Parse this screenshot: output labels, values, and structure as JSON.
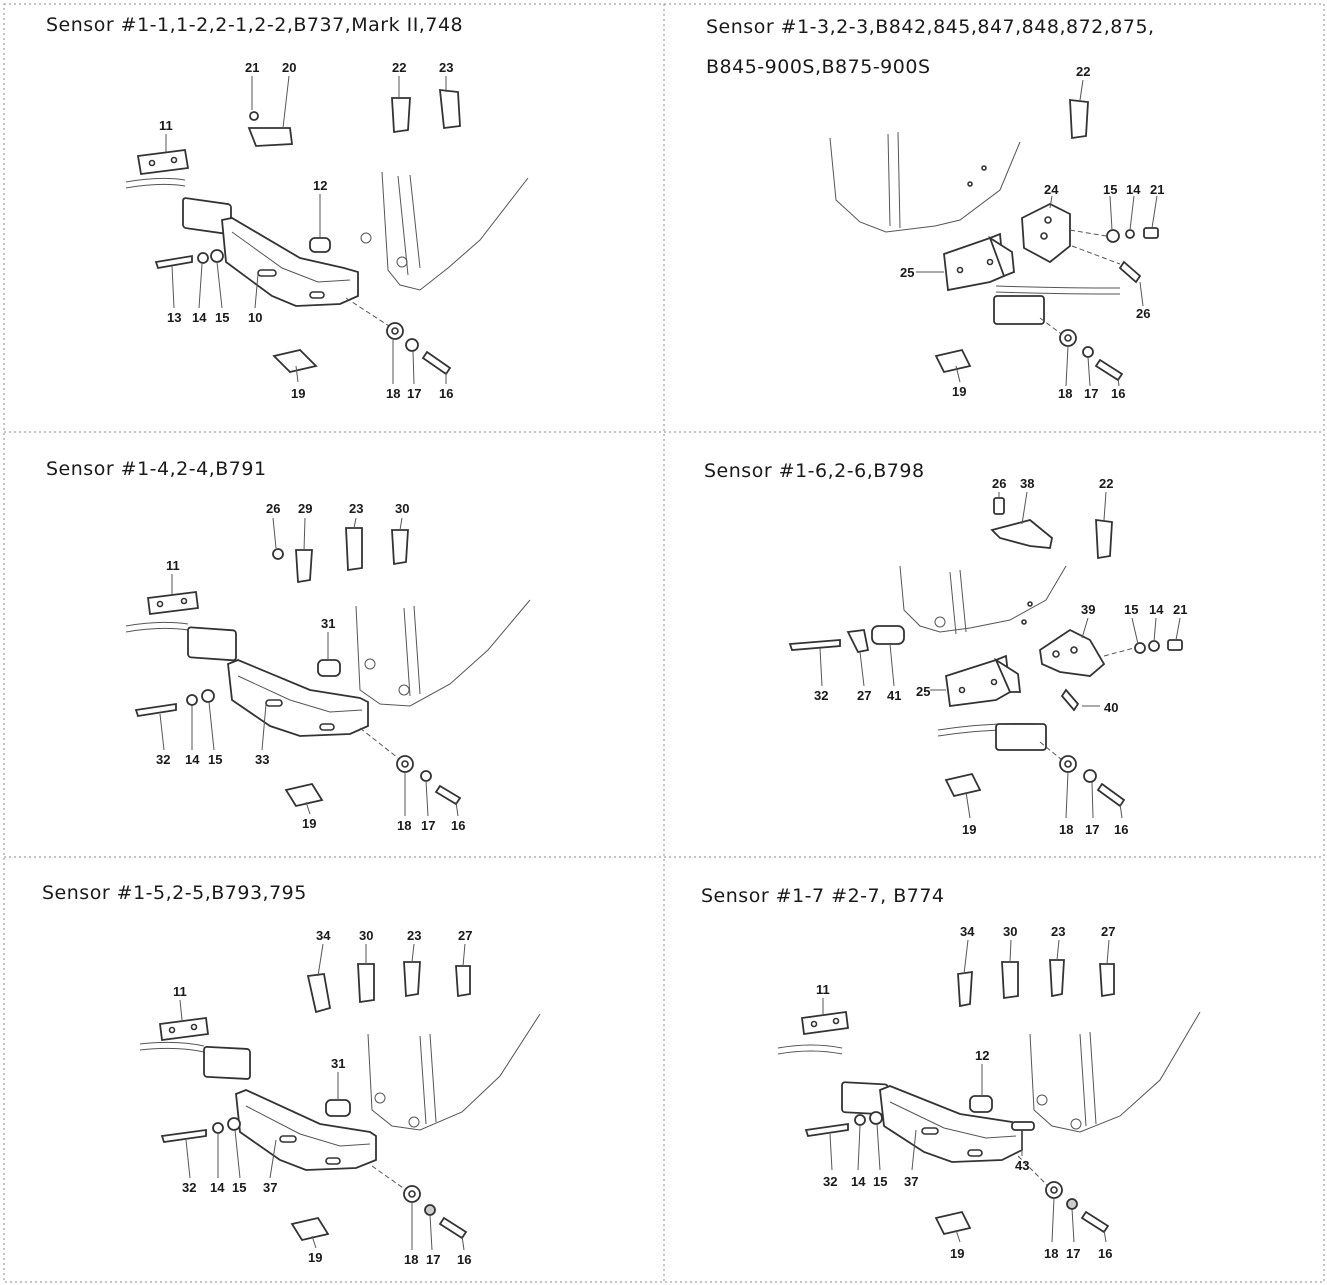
{
  "panels": [
    {
      "title": "Sensor #1-1,1-2,2-1,2-2,B737,Mark II,748",
      "labels": [
        "21",
        "20",
        "22",
        "23",
        "11",
        "12",
        "13",
        "14",
        "15",
        "10",
        "19",
        "18",
        "17",
        "16"
      ]
    },
    {
      "title": "Sensor #1-3,2-3,B842,845,847,848,872,875,",
      "title_line2": "B845-900S,B875-900S",
      "labels": [
        "22",
        "24",
        "15",
        "14",
        "21",
        "25",
        "26",
        "19",
        "18",
        "17",
        "16"
      ]
    },
    {
      "title": "Sensor #1-4,2-4,B791",
      "labels": [
        "26",
        "29",
        "23",
        "30",
        "11",
        "31",
        "32",
        "14",
        "15",
        "33",
        "19",
        "18",
        "17",
        "16"
      ]
    },
    {
      "title": "Sensor #1-6,2-6,B798",
      "labels": [
        "26",
        "38",
        "22",
        "39",
        "15",
        "14",
        "21",
        "32",
        "27",
        "41",
        "25",
        "40",
        "19",
        "18",
        "17",
        "16"
      ]
    },
    {
      "title": "Sensor #1-5,2-5,B793,795",
      "labels": [
        "34",
        "30",
        "23",
        "27",
        "11",
        "31",
        "32",
        "14",
        "15",
        "37",
        "19",
        "18",
        "17",
        "16"
      ]
    },
    {
      "title": "Sensor #1-7 #2-7, B774",
      "labels": [
        "34",
        "30",
        "23",
        "27",
        "11",
        "12",
        "32",
        "14",
        "15",
        "37",
        "43",
        "19",
        "18",
        "17",
        "16"
      ]
    }
  ]
}
